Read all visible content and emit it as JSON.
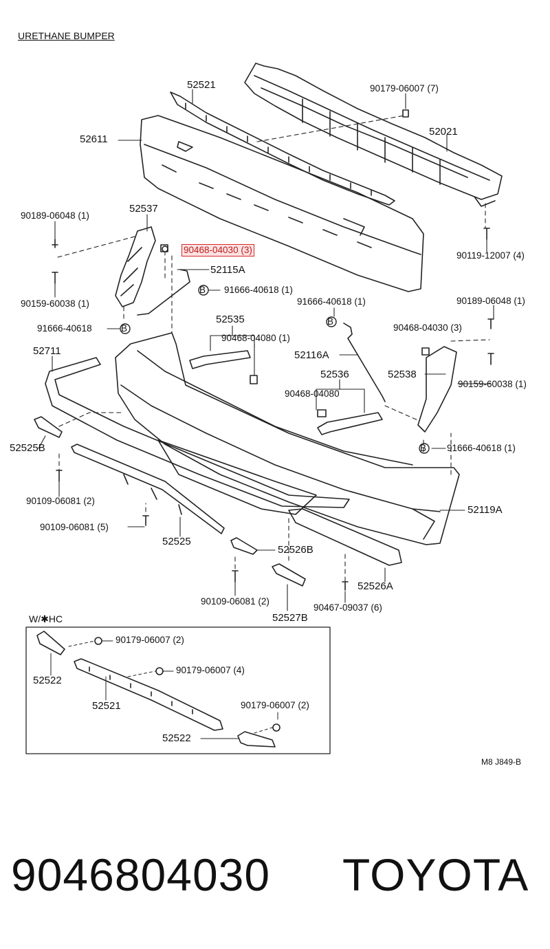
{
  "title": "URETHANE BUMPER",
  "callouts": {
    "p52521_top": "52521",
    "p90179_7": "90179-06007 (7)",
    "p52021": "52021",
    "p52611": "52611",
    "p52537": "52537",
    "p90189_left": "90189-06048 (1)",
    "p90468_hl": "90468-04030 (3)",
    "p52115a": "52115A",
    "p91666_a": "91666-40618 (1)",
    "p90119": "90119-12007 (4)",
    "p90159_left": "90159-60038 (1)",
    "p91666_b": "91666-40618 (1)",
    "p90189_right": "90189-06048 (1)",
    "p91666_left2": "91666-40618",
    "p52535": "52535",
    "p90468_right": "90468-04030 (3)",
    "p90468_04080_a": "90468-04080 (1)",
    "p52711": "52711",
    "p52116a": "52116A",
    "p52536": "52536",
    "p52538": "52538",
    "p90468_04080_b": "90468-04080",
    "p90159_right": "90159-60038 (1)",
    "p52525b": "52525B",
    "p91666_c": "91666-40618 (1)",
    "p90109_a": "90109-06081 (2)",
    "p52119a": "52119A",
    "p90109_b": "90109-06081 (5)",
    "p52525": "52525",
    "p52526b": "52526B",
    "p52526a": "52526A",
    "p90109_c": "90109-06081 (2)",
    "p90467": "90467-09037 (6)",
    "p52527b": "52527B",
    "inset_title": "W/✱HC",
    "i90179_2a": "90179-06007 (2)",
    "i52522a": "52522",
    "i90179_4": "90179-06007 (4)",
    "i52521": "52521",
    "i90179_2b": "90179-06007 (2)",
    "i52522b": "52522",
    "b_marker": "B"
  },
  "drawing_code": "M8 J849-B",
  "footer": {
    "part_number": "9046804030",
    "brand": "TOYOTA"
  },
  "colors": {
    "line": "#222222",
    "highlight_border": "#d8262a",
    "highlight_fill": "#fbe3e3"
  }
}
